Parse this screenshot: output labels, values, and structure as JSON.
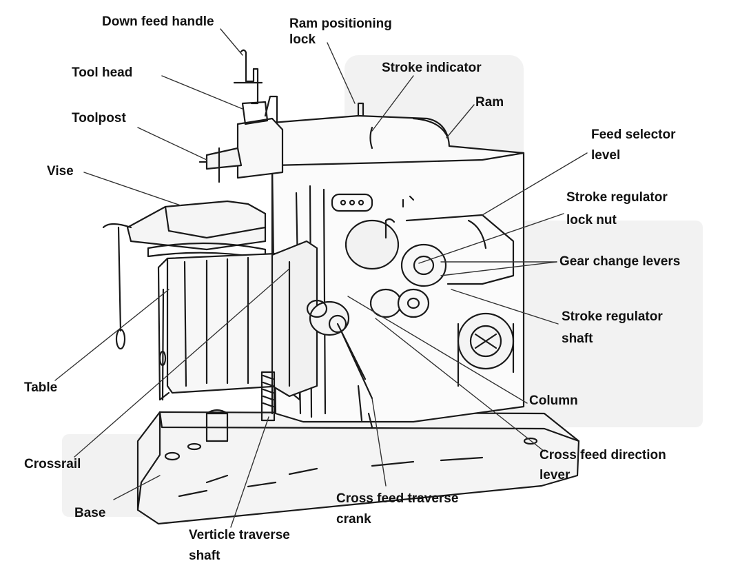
{
  "labels": {
    "down_feed_handle": "Down feed handle",
    "ram_positioning_lock": [
      "Ram positioning",
      "lock"
    ],
    "stroke_indicator": "Stroke indicator",
    "tool_head": "Tool head",
    "ram": "Ram",
    "toolpost": "Toolpost",
    "feed_selector_level": [
      "Feed selector",
      "level"
    ],
    "vise": "Vise",
    "stroke_regulator_lock_nut": [
      "Stroke regulator",
      "lock nut"
    ],
    "gear_change_levers": "Gear change levers",
    "stroke_regulator_shaft": [
      "Stroke regulator",
      "shaft"
    ],
    "table": "Table",
    "column": "Column",
    "crossrail": "Crossrail",
    "cross_feed_direction_lever": [
      "Cross feed direction",
      "lever"
    ],
    "cross_feed_traverse_crank": [
      "Cross feed traverse",
      "crank"
    ],
    "base": "Base",
    "verticle_traverse_shaft": [
      "Verticle traverse",
      "shaft"
    ]
  },
  "colors": {
    "ink": "#1a1a1a",
    "leader": "#333333",
    "shade": "#e6e6e6"
  }
}
